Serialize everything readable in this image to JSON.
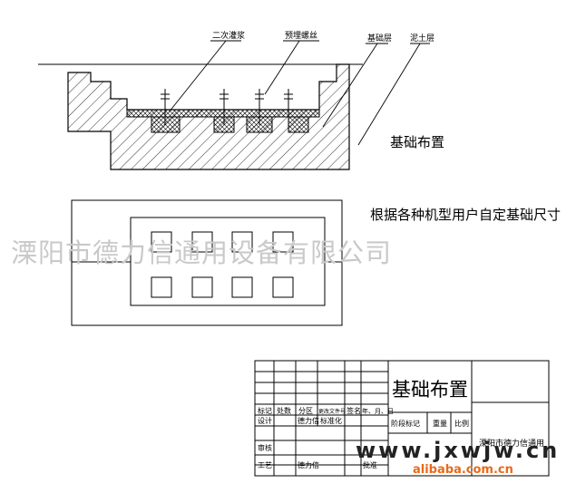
{
  "section_view": {
    "callouts": {
      "secondary_grouting": "二次灌浆",
      "embedded_bolt": "预埋螺丝",
      "foundation_layer": "基础层",
      "mud_soil_layer": "泥土层"
    },
    "title": "基础布置"
  },
  "plan_view": {
    "note": "根据各种机型用户自定基础尺寸"
  },
  "watermark": {
    "company": "溧阳市德力信通用设备有限公司",
    "site": "www.jxwjw.cn",
    "alibaba": "alibaba.com.cn"
  },
  "title_block": {
    "drawing_title": "基础布置",
    "headers": {
      "mark": "标记",
      "count": "处数",
      "zone": "分区",
      "change_doc": "更改文件号",
      "sign": "签名",
      "date": "年、月、日",
      "stage_mark": "阶段标记",
      "weight": "重量",
      "scale": "比例",
      "design": "设计",
      "standardize": "标准化",
      "review": "审核",
      "process": "工艺",
      "approve": "批准"
    },
    "names": {
      "designer": "德力信",
      "process_name": "德力信"
    },
    "company": "溧阳市德力信通用"
  },
  "colors": {
    "line": "#000000",
    "watermark": "#c9c9c9",
    "alibaba": "#e86a1a"
  }
}
